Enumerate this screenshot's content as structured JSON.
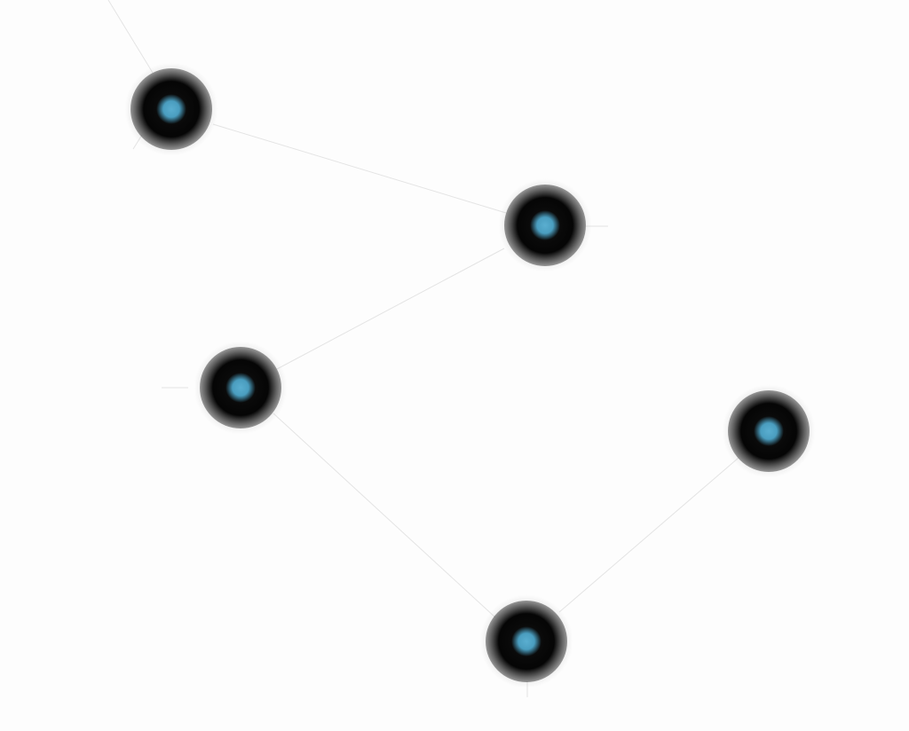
{
  "diagram": {
    "colors": {
      "background": "#fdfdfd",
      "node_core": "#4a9dbf",
      "node_ring": "#050505",
      "edge": "#e4e4e4",
      "label": "#d2d2d2"
    },
    "nodes": [
      {
        "id": "n1",
        "title": "",
        "subtitle": ""
      },
      {
        "id": "n2",
        "title": "",
        "subtitle": ""
      },
      {
        "id": "n3",
        "title": "",
        "subtitle": ""
      },
      {
        "id": "n4",
        "title": "",
        "subtitle": ""
      },
      {
        "id": "n5",
        "title": "",
        "subtitle": ""
      }
    ],
    "edges": [
      {
        "from": "",
        "to": "n1"
      },
      {
        "from": "n1",
        "to": "n2"
      },
      {
        "from": "n2",
        "to": "n3"
      },
      {
        "from": "n3",
        "to": "n5"
      },
      {
        "from": "n5",
        "to": "n4"
      }
    ]
  }
}
